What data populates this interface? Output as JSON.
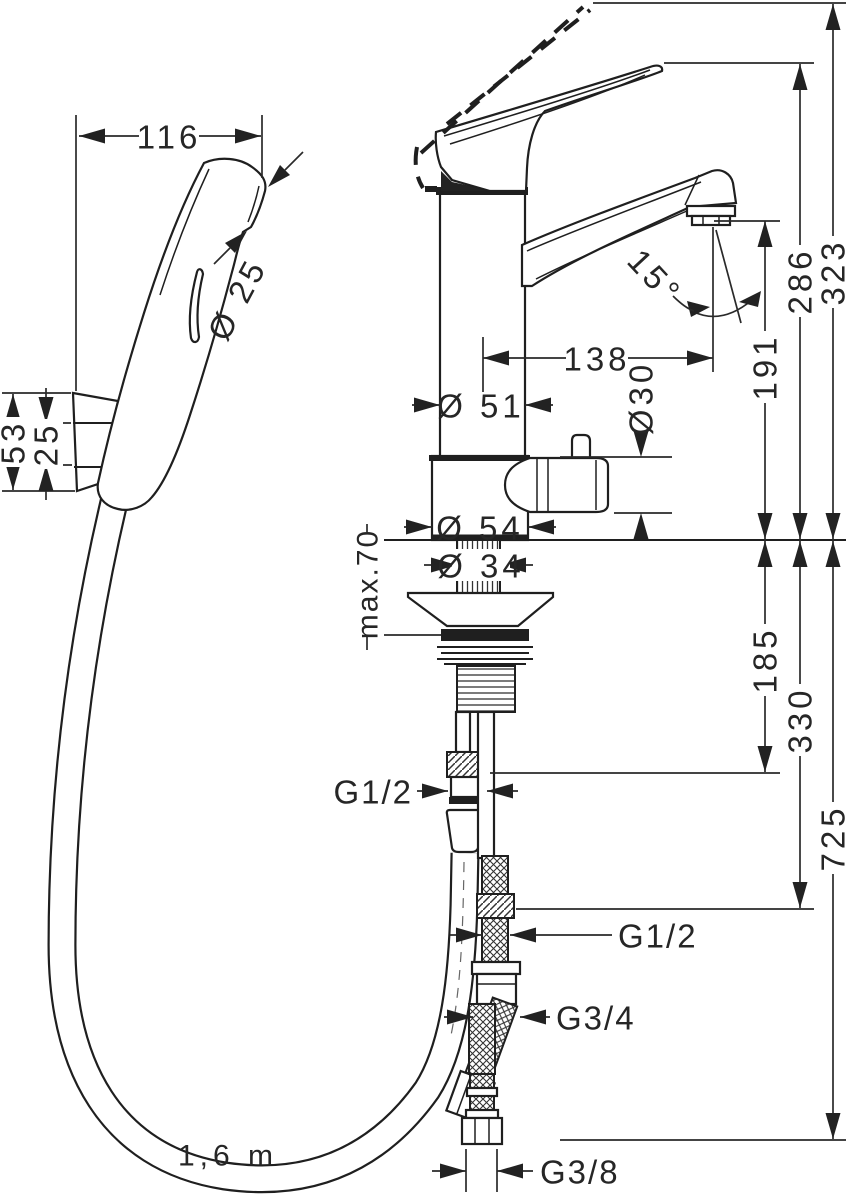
{
  "drawing": {
    "type": "technical-dimension-drawing",
    "subject": "single-lever basin mixer with pull-out hand shower",
    "colors": {
      "line": "#1f1f1f",
      "background": "#ffffff"
    },
    "dims": {
      "hand_shower": {
        "width": "116",
        "head_diameter": "Ø 25",
        "bracket_height": "53",
        "holder_height": "25",
        "hose_length": "1,6 m"
      },
      "faucet": {
        "total_height": "323",
        "lever_height": "286",
        "spout_outlet_height": "191",
        "spout_reach": "138",
        "spray_angle": "15°",
        "body_diameter": "Ø 51",
        "side_port_diameter": "Ø30",
        "base_diameter": "Ø 54",
        "shank_diameter": "Ø 34",
        "max_mounting_thickness": "max.70"
      },
      "below_counter": {
        "shower_hose_connection_depth": "185",
        "supply_connection_depth": "330",
        "overall_depth": "725",
        "shower_hose_thread": "G1/2",
        "supply_connector_thread": "G1/2",
        "tee_thread": "G3/4",
        "supply_end_thread": "G3/8"
      }
    }
  }
}
